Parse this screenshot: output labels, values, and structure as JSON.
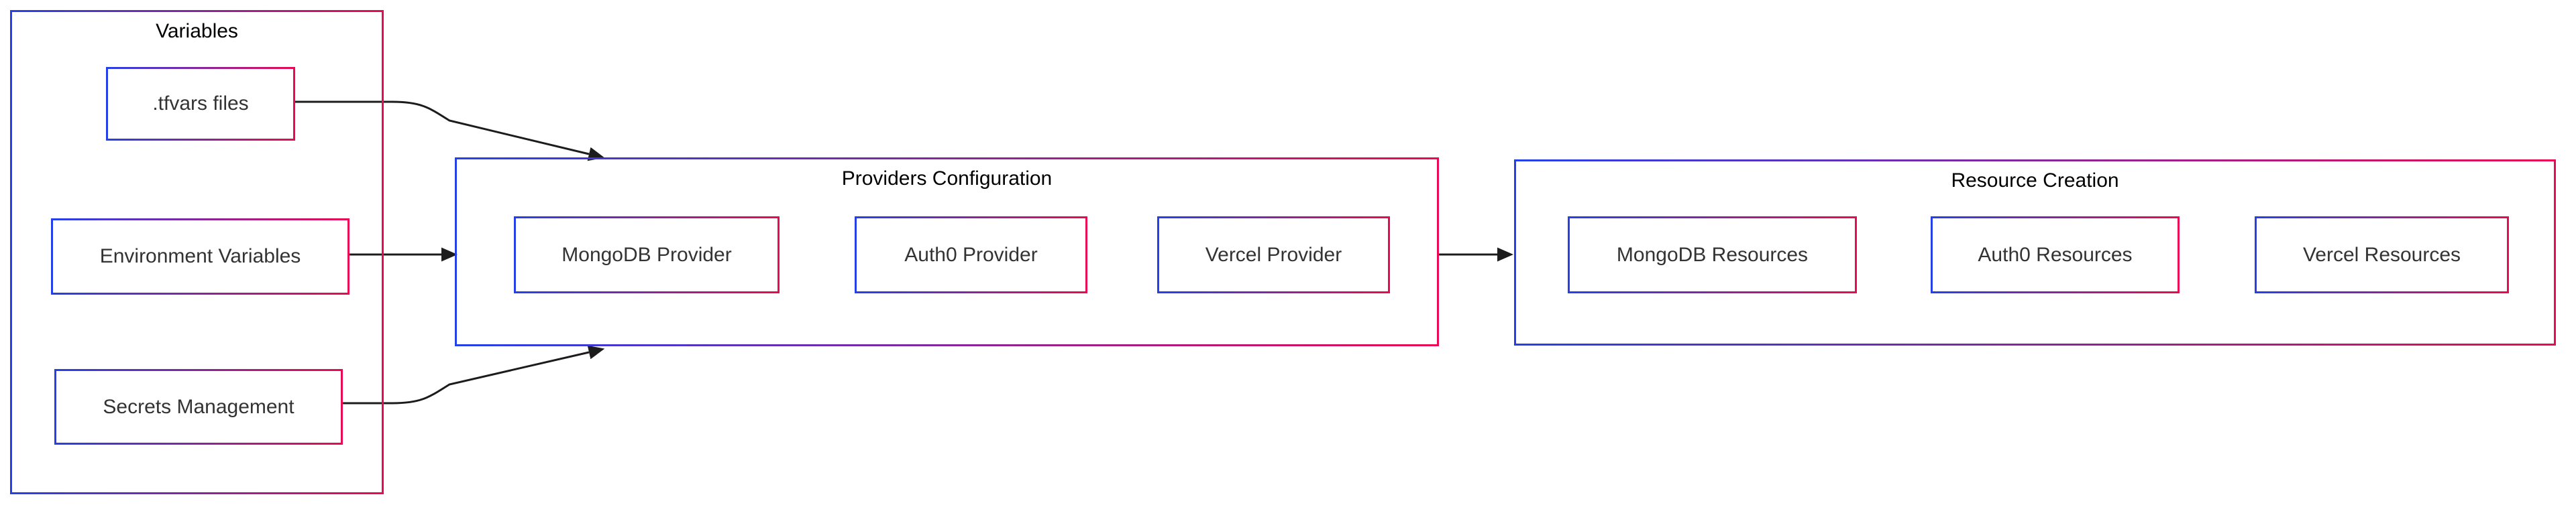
{
  "colors": {
    "gradient_start": "#2540e8",
    "gradient_end": "#e80a52",
    "edge": "#1c1c1c",
    "node_text": "#333333",
    "title_text": "#000000",
    "background": "#ffffff"
  },
  "groups": [
    {
      "title": "Variables",
      "nodes": [
        {
          "label": ".tfvars files"
        },
        {
          "label": "Environment Variables"
        },
        {
          "label": "Secrets Management"
        }
      ]
    },
    {
      "title": "Providers Configuration",
      "nodes": [
        {
          "label": "MongoDB Provider"
        },
        {
          "label": "Auth0 Provider"
        },
        {
          "label": "Vercel Provider"
        }
      ]
    },
    {
      "title": "Resource Creation",
      "nodes": [
        {
          "label": "MongoDB Resources"
        },
        {
          "label": "Auth0 Resources"
        },
        {
          "label": "Vercel Resources"
        }
      ]
    }
  ],
  "edges": [
    {
      "from": ".tfvars files",
      "to": "Providers Configuration"
    },
    {
      "from": "Environment Variables",
      "to": "Providers Configuration"
    },
    {
      "from": "Secrets Management",
      "to": "Providers Configuration"
    },
    {
      "from": "Providers Configuration",
      "to": "Resource Creation"
    }
  ]
}
